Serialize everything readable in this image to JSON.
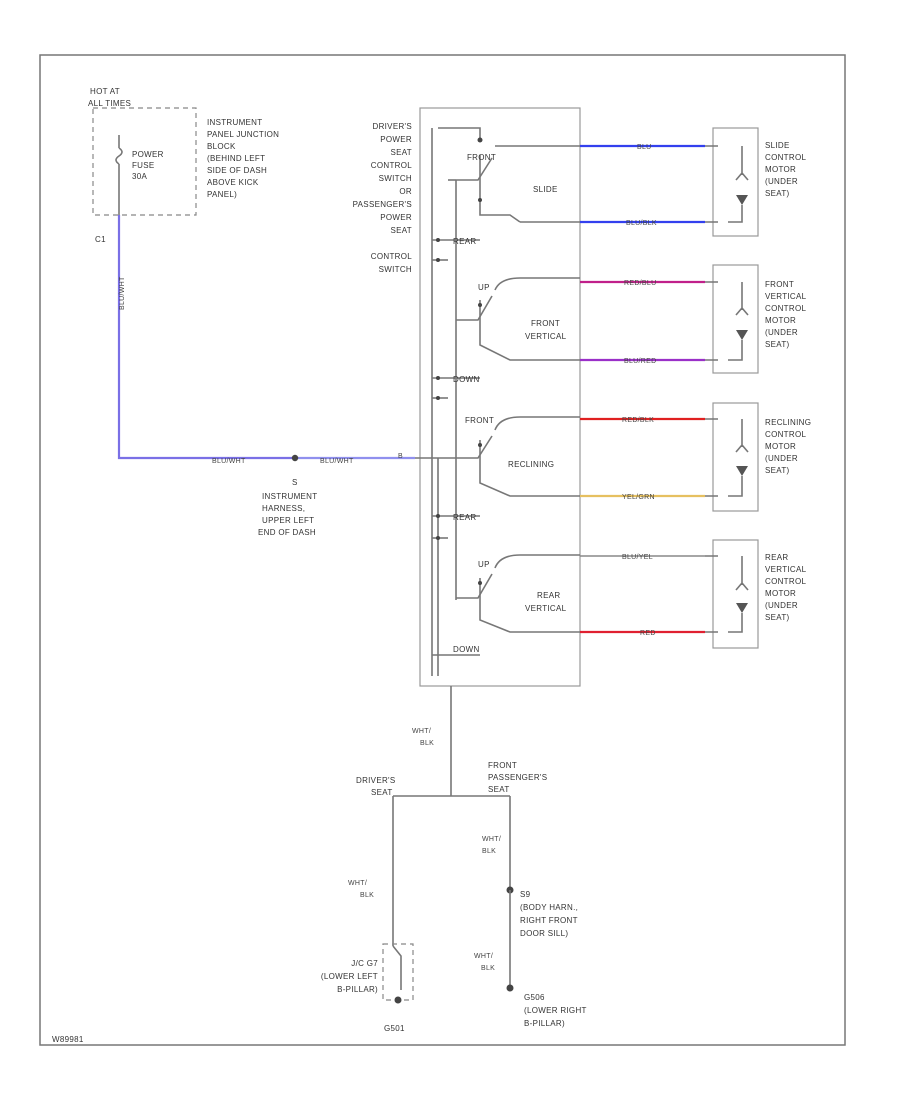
{
  "fuse_box": {
    "lines": [
      "HOT AT",
      "ALL TIMES"
    ],
    "fuse_lines": [
      "POWER",
      "FUSE",
      "30A"
    ],
    "desc_lines": [
      "INSTRUMENT",
      "PANEL JUNCTION",
      "BLOCK",
      "(BEHIND LEFT",
      "SIDE OF DASH",
      "ABOVE KICK",
      "PANEL)"
    ],
    "pin": "C1"
  },
  "feed_wire": {
    "vertical": "BLU/WHT",
    "left": "BLU/WHT",
    "right": "BLU/WHT",
    "pin": "B"
  },
  "splice": {
    "letter": "S",
    "lines": [
      "INSTRUMENT",
      "HARNESS,",
      "UPPER LEFT",
      "END OF DASH"
    ]
  },
  "switch_desc": [
    "DRIVER'S",
    "POWER",
    "SEAT",
    "CONTROL",
    "SWITCH",
    "OR",
    "PASSENGER'S",
    "POWER",
    "SEAT",
    "CONTROL",
    "SWITCH"
  ],
  "sections": [
    {
      "id": "slide",
      "name_lines": [
        "SLIDE"
      ],
      "top_label": "FRONT",
      "bottom_label": "REAR",
      "wire_top": "BLU",
      "wire_bottom": "BLU/BLK",
      "color_top": "#3340ee",
      "color_bottom": "#3340ee",
      "motor": [
        "SLIDE",
        "CONTROL",
        "MOTOR",
        "(UNDER",
        "SEAT)"
      ]
    },
    {
      "id": "front-vertical",
      "name_lines": [
        "FRONT",
        "VERTICAL"
      ],
      "top_label": "UP",
      "bottom_label": "DOWN",
      "wire_top": "RED/BLU",
      "wire_bottom": "BLU/RED",
      "color_top": "#c0208a",
      "color_bottom": "#9a30c8",
      "motor": [
        "FRONT",
        "VERTICAL",
        "CONTROL",
        "MOTOR",
        "(UNDER",
        "SEAT)"
      ]
    },
    {
      "id": "reclining",
      "name_lines": [
        "RECLINING"
      ],
      "top_label": "FRONT",
      "bottom_label": "REAR",
      "wire_top": "RED/BLK",
      "wire_bottom": "YEL/GRN",
      "color_top": "#e02020",
      "color_bottom": "#e6c060",
      "motor": [
        "RECLINING",
        "CONTROL",
        "MOTOR",
        "(UNDER",
        "SEAT)"
      ]
    },
    {
      "id": "rear-vertical",
      "name_lines": [
        "REAR",
        "VERTICAL"
      ],
      "top_label": "UP",
      "bottom_label": "DOWN",
      "wire_top": "BLU/YEL",
      "wire_bottom": "RED",
      "color_top": "#888888",
      "color_bottom": "#e02030",
      "motor": [
        "REAR",
        "VERTICAL",
        "CONTROL",
        "MOTOR",
        "(UNDER",
        "SEAT)"
      ]
    }
  ],
  "ground": {
    "switch_wire": [
      "WHT/",
      "BLK"
    ],
    "drivers_label": [
      "DRIVER'S",
      "SEAT"
    ],
    "passenger_label": [
      "FRONT",
      "PASSENGER'S",
      "SEAT"
    ],
    "left_wire": [
      "WHT/",
      "BLK"
    ],
    "right_wire_1": [
      "WHT/",
      "BLK"
    ],
    "right_wire_2": [
      "WHT/",
      "BLK"
    ],
    "jc_lines": [
      "J/C G7",
      "(LOWER LEFT",
      "B-PILLAR)"
    ],
    "left_ground": "G501",
    "splice_right": [
      "S9",
      "(BODY HARN.,",
      "RIGHT FRONT",
      "DOOR SILL)"
    ],
    "right_ground_lines": [
      "G506",
      "(LOWER RIGHT",
      "B-PILLAR)"
    ]
  },
  "footer_code": "W89981"
}
